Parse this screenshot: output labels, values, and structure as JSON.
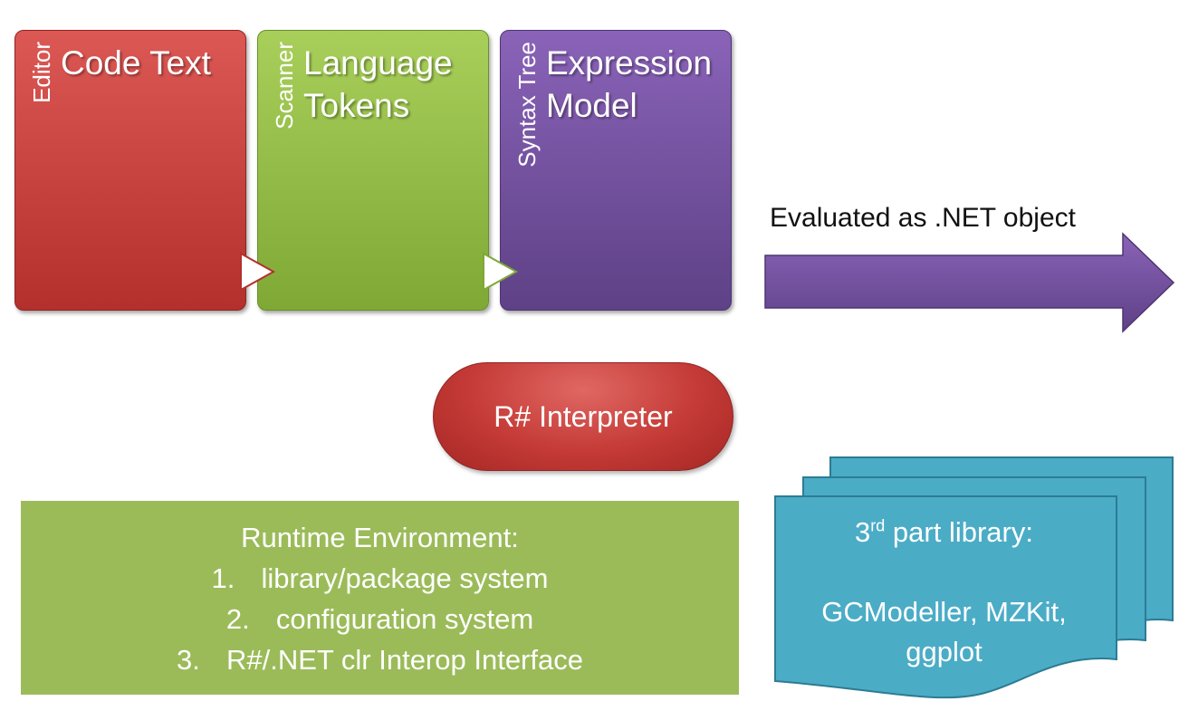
{
  "pipeline": {
    "stages": [
      {
        "side_label": "Editor",
        "title_lines": [
          "Code Text"
        ],
        "color": "#c9413d"
      },
      {
        "side_label": "Scanner",
        "title_lines": [
          "Language",
          "Tokens"
        ],
        "color": "#9bbb59"
      },
      {
        "side_label": "Syntax Tree",
        "title_lines": [
          "Expression",
          "Model"
        ],
        "color": "#7552a0"
      }
    ],
    "output_arrow": {
      "caption": "Evaluated as .NET object",
      "color": "#7552a0"
    }
  },
  "interpreter": {
    "label": "R# Interpreter",
    "color": "#c43a36"
  },
  "runtime": {
    "title": "Runtime Environment:",
    "items": [
      {
        "number": "1.",
        "text": "library/package system"
      },
      {
        "number": "2.",
        "text": "configuration system"
      },
      {
        "number": "3.",
        "text": "R#/.NET clr Interop Interface"
      }
    ],
    "color": "#9bbb59"
  },
  "library": {
    "heading_prefix": "3",
    "heading_sup": "rd",
    "heading_suffix": " part library:",
    "names_line1": "GCModeller, MZKit,",
    "names_line2": "ggplot",
    "color": "#4bacc6"
  }
}
